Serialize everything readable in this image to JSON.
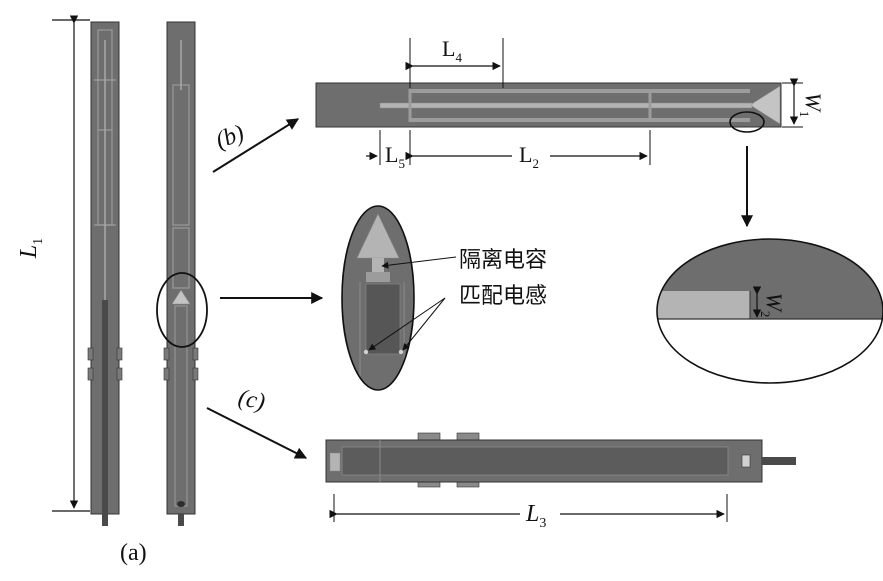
{
  "figure": {
    "panel_a_label": "(a)",
    "panel_b_label": "(b)",
    "panel_c_label": "(c)"
  },
  "dimensions": {
    "L1": {
      "main": "L",
      "sub": "1"
    },
    "L2": {
      "main": "L",
      "sub": "2"
    },
    "L3": {
      "main": "L",
      "sub": "3"
    },
    "L4": {
      "main": "L",
      "sub": "4"
    },
    "L5": {
      "main": "L",
      "sub": "5"
    },
    "W1": {
      "main": "W",
      "sub": "1"
    },
    "W2": {
      "main": "W",
      "sub": "2"
    }
  },
  "annotations": {
    "isolation_capacitor": "隔离电容",
    "matching_inductor": "匹配电感"
  },
  "colors": {
    "antenna_dark": "#6e6e6e",
    "antenna_mid": "#8a8a8a",
    "antenna_light": "#b4b4b4",
    "ink": "#111111"
  }
}
